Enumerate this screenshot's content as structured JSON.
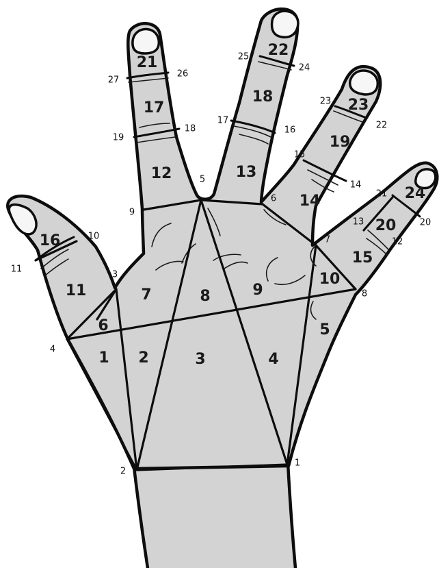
{
  "diagram": {
    "regions": [
      "1",
      "2",
      "3",
      "4",
      "5",
      "6",
      "7",
      "8",
      "9",
      "10",
      "11",
      "12",
      "13",
      "14",
      "15",
      "16",
      "17",
      "18",
      "19",
      "20",
      "21",
      "22",
      "23",
      "24"
    ],
    "points": [
      "1",
      "2",
      "3",
      "4",
      "5",
      "6",
      "7",
      "8",
      "9",
      "10",
      "11",
      "12",
      "13",
      "14",
      "15",
      "16",
      "17",
      "18",
      "19",
      "20",
      "21",
      "22",
      "23",
      "24",
      "25",
      "26",
      "27"
    ]
  }
}
